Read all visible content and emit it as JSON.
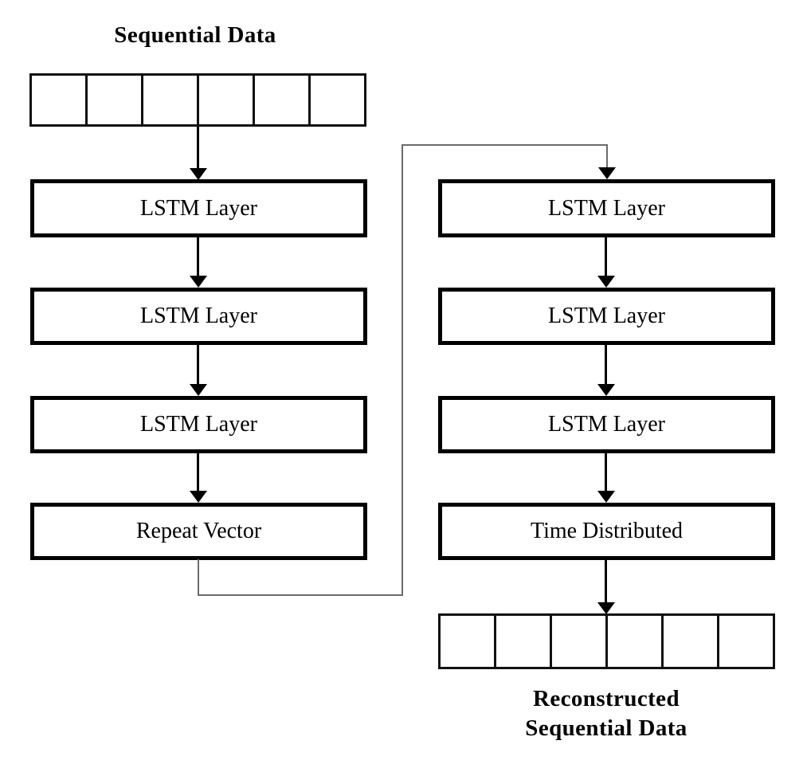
{
  "diagram": {
    "title_top": "Sequential Data",
    "title_bottom": "Reconstructed\nSequential Data",
    "encoder": {
      "layers": [
        {
          "label": "LSTM Layer"
        },
        {
          "label": "LSTM Layer"
        },
        {
          "label": "LSTM Layer"
        },
        {
          "label": "Repeat Vector"
        }
      ]
    },
    "decoder": {
      "layers": [
        {
          "label": "LSTM Layer"
        },
        {
          "label": "LSTM Layer"
        },
        {
          "label": "LSTM Layer"
        },
        {
          "label": "Time Distributed"
        }
      ]
    },
    "input_sequence": {
      "cell_count": 6,
      "cells": [
        "",
        "",
        "",
        "",
        "",
        ""
      ]
    },
    "output_sequence": {
      "cell_count": 6,
      "cells": [
        "",
        "",
        "",
        "",
        "",
        ""
      ]
    },
    "colors": {
      "box_border": "#000000",
      "grid_border": "#111111",
      "arrow": "#000000",
      "connector": "#6b6b6b",
      "background": "#ffffff",
      "text": "#000000"
    }
  }
}
